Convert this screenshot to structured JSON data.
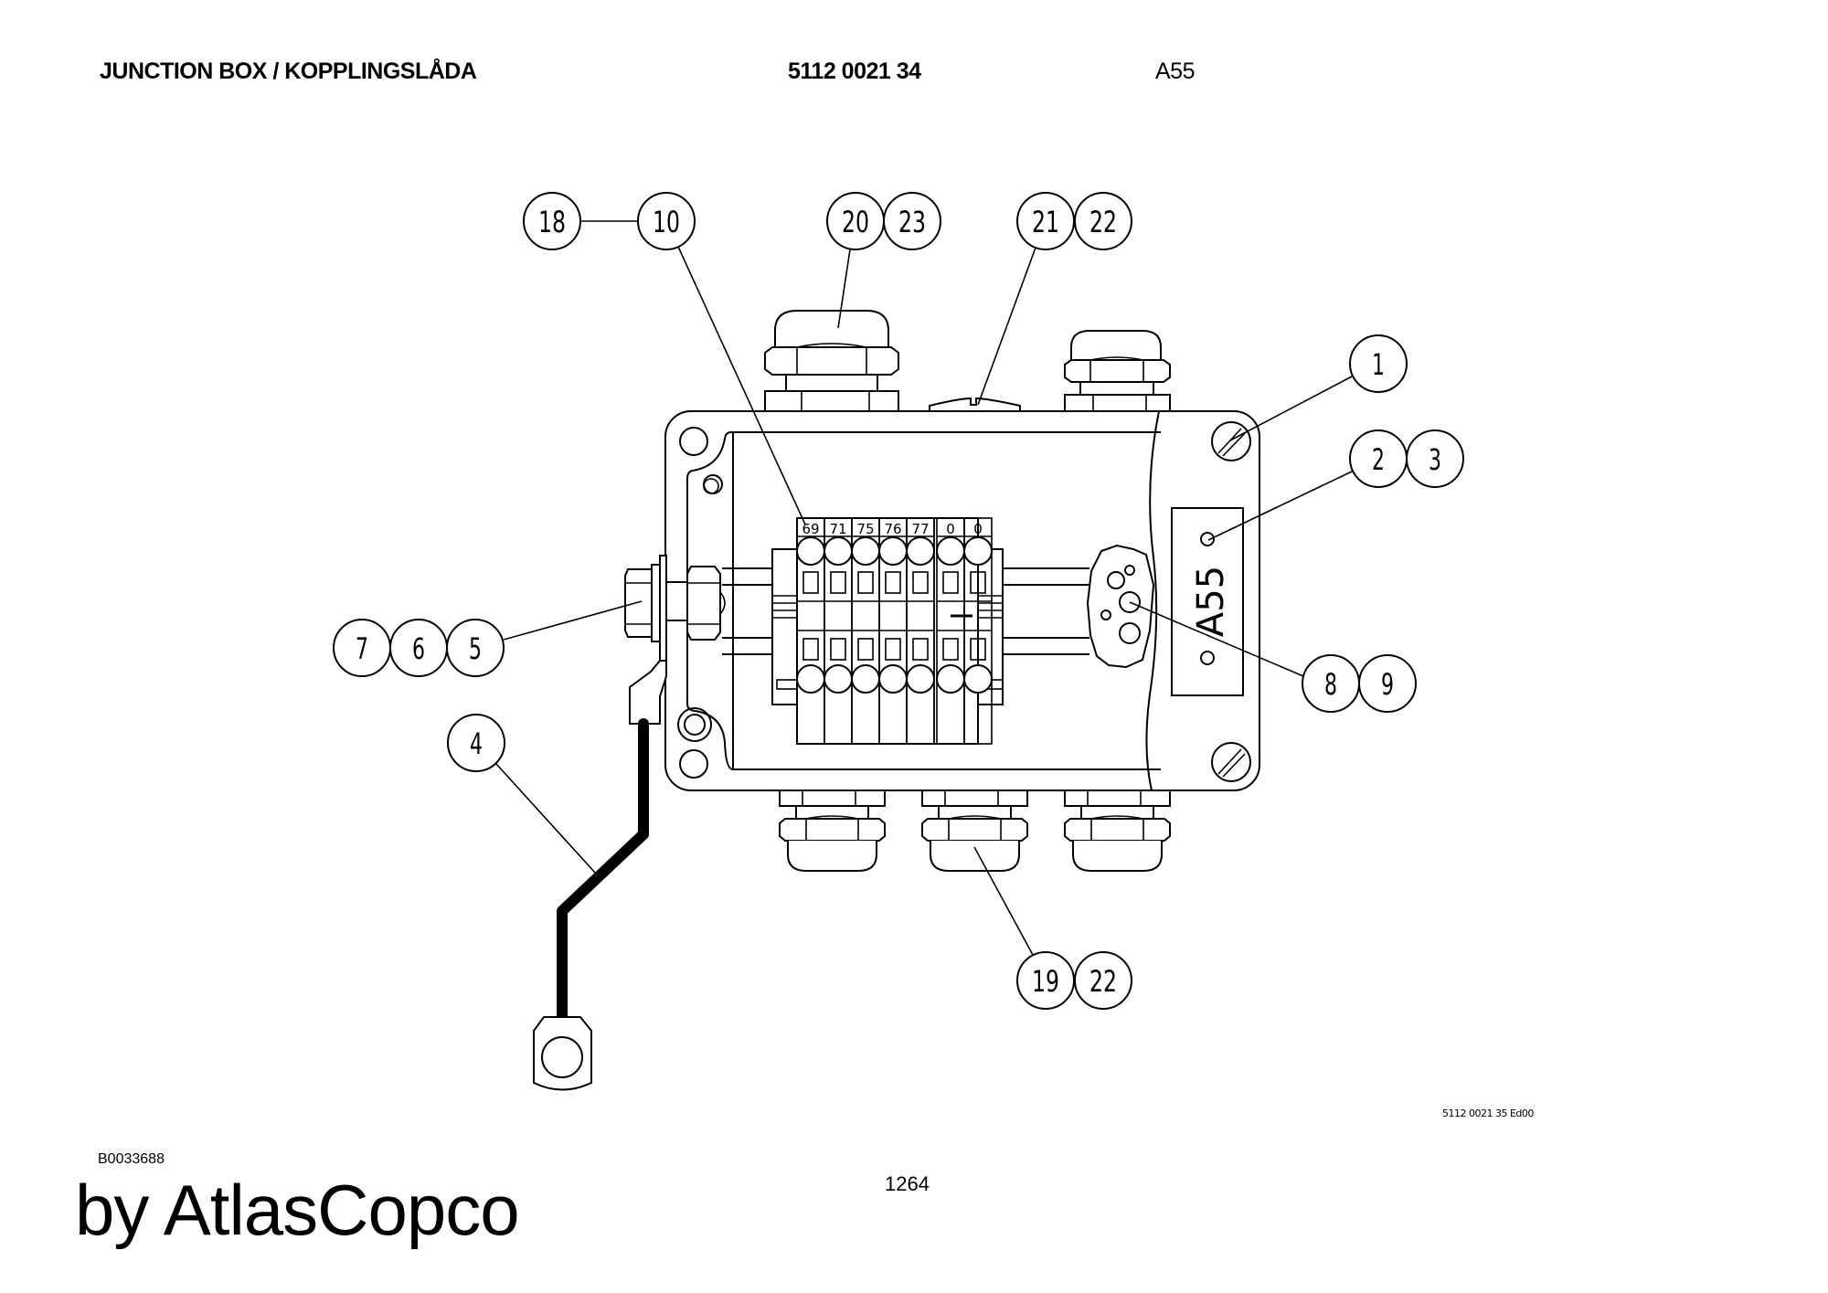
{
  "header": {
    "title": "JUNCTION BOX / KOPPLINGSLÅDA",
    "part_number": "5112 0021 34",
    "reference": "A55"
  },
  "drawing": {
    "terminal_labels": [
      "69",
      "71",
      "75",
      "76",
      "77",
      "0",
      "0"
    ],
    "plate_label": "A55",
    "drawing_code": "5112 0021 35 Ed00",
    "callouts": [
      {
        "id": "c18",
        "label": "18"
      },
      {
        "id": "c10",
        "label": "10"
      },
      {
        "id": "c20",
        "label": "20"
      },
      {
        "id": "c23",
        "label": "23"
      },
      {
        "id": "c21",
        "label": "21"
      },
      {
        "id": "c22a",
        "label": "22"
      },
      {
        "id": "c1",
        "label": "1"
      },
      {
        "id": "c2",
        "label": "2"
      },
      {
        "id": "c3",
        "label": "3"
      },
      {
        "id": "c7",
        "label": "7"
      },
      {
        "id": "c6",
        "label": "6"
      },
      {
        "id": "c5",
        "label": "5"
      },
      {
        "id": "c8",
        "label": "8"
      },
      {
        "id": "c9",
        "label": "9"
      },
      {
        "id": "c4",
        "label": "4"
      },
      {
        "id": "c19",
        "label": "19"
      },
      {
        "id": "c22b",
        "label": "22"
      }
    ]
  },
  "footer": {
    "figure_id": "B0033688",
    "page_number": "1264",
    "brand": "by AtlasCopco"
  }
}
